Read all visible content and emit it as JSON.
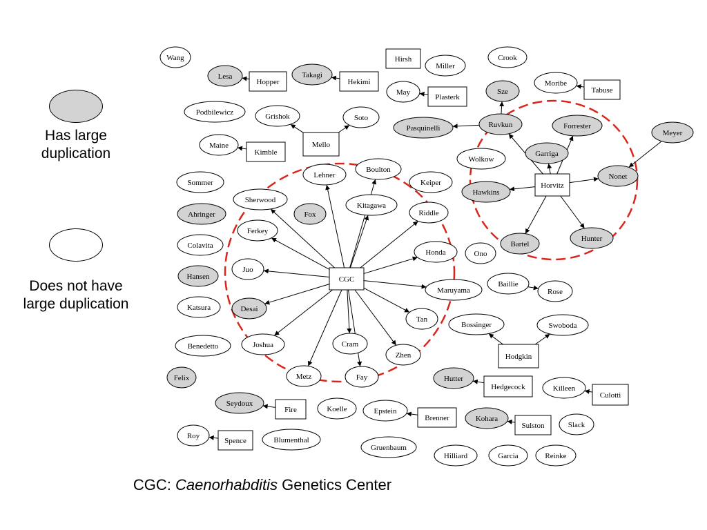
{
  "colors": {
    "highlighted_fill": "#d3d3d3",
    "plain_fill": "#ffffff",
    "stroke": "#000000",
    "region": "#d9261c"
  },
  "legend": {
    "has_label": "Has large duplication",
    "not_label": "Does not have large duplication"
  },
  "caption": {
    "prefix": "CGC: ",
    "italic": "Caenorhabditis",
    "suffix": " Genetics Center"
  },
  "nodes": [
    {
      "id": "Wang",
      "label": "Wang",
      "shape": "ellipse",
      "shaded": false
    },
    {
      "id": "Lesa",
      "label": "Lesa",
      "shape": "ellipse",
      "shaded": true
    },
    {
      "id": "Hopper",
      "label": "Hopper",
      "shape": "box",
      "shaded": false
    },
    {
      "id": "Takagi",
      "label": "Takagi",
      "shape": "ellipse",
      "shaded": true
    },
    {
      "id": "Hekimi",
      "label": "Hekimi",
      "shape": "box",
      "shaded": false
    },
    {
      "id": "Hirsh",
      "label": "Hirsh",
      "shape": "box",
      "shaded": false
    },
    {
      "id": "Miller",
      "label": "Miller",
      "shape": "ellipse",
      "shaded": false
    },
    {
      "id": "Crook",
      "label": "Crook",
      "shape": "ellipse",
      "shaded": false
    },
    {
      "id": "May",
      "label": "May",
      "shape": "ellipse",
      "shaded": false
    },
    {
      "id": "Plasterk",
      "label": "Plasterk",
      "shape": "box",
      "shaded": false
    },
    {
      "id": "Sze",
      "label": "Sze",
      "shape": "ellipse",
      "shaded": true
    },
    {
      "id": "Moribe",
      "label": "Moribe",
      "shape": "ellipse",
      "shaded": false
    },
    {
      "id": "Tabuse",
      "label": "Tabuse",
      "shape": "box",
      "shaded": false
    },
    {
      "id": "Podbilewicz",
      "label": "Podbilewicz",
      "shape": "ellipse",
      "shaded": false
    },
    {
      "id": "Grishok",
      "label": "Grishok",
      "shape": "ellipse",
      "shaded": false
    },
    {
      "id": "Soto",
      "label": "Soto",
      "shape": "ellipse",
      "shaded": false
    },
    {
      "id": "Pasquinelli",
      "label": "Pasquinelli",
      "shape": "ellipse",
      "shaded": true
    },
    {
      "id": "Ruvkun",
      "label": "Ruvkun",
      "shape": "ellipse",
      "shaded": true
    },
    {
      "id": "Forrester",
      "label": "Forrester",
      "shape": "ellipse",
      "shaded": true
    },
    {
      "id": "Meyer",
      "label": "Meyer",
      "shape": "ellipse",
      "shaded": true
    },
    {
      "id": "Maine",
      "label": "Maine",
      "shape": "ellipse",
      "shaded": false
    },
    {
      "id": "Kimble",
      "label": "Kimble",
      "shape": "box",
      "shaded": false
    },
    {
      "id": "Mello",
      "label": "Mello",
      "shape": "box",
      "shaded": false
    },
    {
      "id": "Garriga",
      "label": "Garriga",
      "shape": "ellipse",
      "shaded": true
    },
    {
      "id": "Wolkow",
      "label": "Wolkow",
      "shape": "ellipse",
      "shaded": false
    },
    {
      "id": "Lehner",
      "label": "Lehner",
      "shape": "ellipse",
      "shaded": false
    },
    {
      "id": "Boulton",
      "label": "Boulton",
      "shape": "ellipse",
      "shaded": false
    },
    {
      "id": "Sommer",
      "label": "Sommer",
      "shape": "ellipse",
      "shaded": false
    },
    {
      "id": "Keiper",
      "label": "Keiper",
      "shape": "ellipse",
      "shaded": false
    },
    {
      "id": "Hawkins",
      "label": "Hawkins",
      "shape": "ellipse",
      "shaded": true
    },
    {
      "id": "Horvitz",
      "label": "Horvitz",
      "shape": "box",
      "shaded": false
    },
    {
      "id": "Nonet",
      "label": "Nonet",
      "shape": "ellipse",
      "shaded": true
    },
    {
      "id": "Sherwood",
      "label": "Sherwood",
      "shape": "ellipse",
      "shaded": false
    },
    {
      "id": "Kitagawa",
      "label": "Kitagawa",
      "shape": "ellipse",
      "shaded": false
    },
    {
      "id": "Ahringer",
      "label": "Ahringer",
      "shape": "ellipse",
      "shaded": true
    },
    {
      "id": "Fox",
      "label": "Fox",
      "shape": "ellipse",
      "shaded": true
    },
    {
      "id": "Riddle",
      "label": "Riddle",
      "shape": "ellipse",
      "shaded": false
    },
    {
      "id": "Ferkey",
      "label": "Ferkey",
      "shape": "ellipse",
      "shaded": false
    },
    {
      "id": "Colavita",
      "label": "Colavita",
      "shape": "ellipse",
      "shaded": false
    },
    {
      "id": "Honda",
      "label": "Honda",
      "shape": "ellipse",
      "shaded": false
    },
    {
      "id": "Ono",
      "label": "Ono",
      "shape": "ellipse",
      "shaded": false
    },
    {
      "id": "Bartel",
      "label": "Bartel",
      "shape": "ellipse",
      "shaded": true
    },
    {
      "id": "Hunter",
      "label": "Hunter",
      "shape": "ellipse",
      "shaded": true
    },
    {
      "id": "Juo",
      "label": "Juo",
      "shape": "ellipse",
      "shaded": false
    },
    {
      "id": "Hansen",
      "label": "Hansen",
      "shape": "ellipse",
      "shaded": true
    },
    {
      "id": "CGC",
      "label": "CGC",
      "shape": "box",
      "shaded": false
    },
    {
      "id": "Maruyama",
      "label": "Maruyama",
      "shape": "ellipse",
      "shaded": false
    },
    {
      "id": "Baillie",
      "label": "Baillie",
      "shape": "ellipse",
      "shaded": false
    },
    {
      "id": "Rose",
      "label": "Rose",
      "shape": "ellipse",
      "shaded": false
    },
    {
      "id": "Katsura",
      "label": "Katsura",
      "shape": "ellipse",
      "shaded": false
    },
    {
      "id": "Desai",
      "label": "Desai",
      "shape": "ellipse",
      "shaded": true
    },
    {
      "id": "Tan",
      "label": "Tan",
      "shape": "ellipse",
      "shaded": false
    },
    {
      "id": "Bossinger",
      "label": "Bossinger",
      "shape": "ellipse",
      "shaded": false
    },
    {
      "id": "Swoboda",
      "label": "Swoboda",
      "shape": "ellipse",
      "shaded": false
    },
    {
      "id": "Benedetto",
      "label": "Benedetto",
      "shape": "ellipse",
      "shaded": false
    },
    {
      "id": "Joshua",
      "label": "Joshua",
      "shape": "ellipse",
      "shaded": false
    },
    {
      "id": "Cram",
      "label": "Cram",
      "shape": "ellipse",
      "shaded": false
    },
    {
      "id": "Zhen",
      "label": "Zhen",
      "shape": "ellipse",
      "shaded": false
    },
    {
      "id": "Hodgkin",
      "label": "Hodgkin",
      "shape": "box",
      "shaded": false
    },
    {
      "id": "Felix",
      "label": "Felix",
      "shape": "ellipse",
      "shaded": true
    },
    {
      "id": "Metz",
      "label": "Metz",
      "shape": "ellipse",
      "shaded": false
    },
    {
      "id": "Fay",
      "label": "Fay",
      "shape": "ellipse",
      "shaded": false
    },
    {
      "id": "Hutter",
      "label": "Hutter",
      "shape": "ellipse",
      "shaded": true
    },
    {
      "id": "Hedgecock",
      "label": "Hedgecock",
      "shape": "box",
      "shaded": false
    },
    {
      "id": "Killeen",
      "label": "Killeen",
      "shape": "ellipse",
      "shaded": false
    },
    {
      "id": "Culotti",
      "label": "Culotti",
      "shape": "box",
      "shaded": false
    },
    {
      "id": "Seydoux",
      "label": "Seydoux",
      "shape": "ellipse",
      "shaded": true
    },
    {
      "id": "Fire",
      "label": "Fire",
      "shape": "box",
      "shaded": false
    },
    {
      "id": "Koelle",
      "label": "Koelle",
      "shape": "ellipse",
      "shaded": false
    },
    {
      "id": "Epstein",
      "label": "Epstein",
      "shape": "ellipse",
      "shaded": false
    },
    {
      "id": "Brenner",
      "label": "Brenner",
      "shape": "box",
      "shaded": false
    },
    {
      "id": "Kohara",
      "label": "Kohara",
      "shape": "ellipse",
      "shaded": true
    },
    {
      "id": "Sulston",
      "label": "Sulston",
      "shape": "box",
      "shaded": false
    },
    {
      "id": "Slack",
      "label": "Slack",
      "shape": "ellipse",
      "shaded": false
    },
    {
      "id": "Roy",
      "label": "Roy",
      "shape": "ellipse",
      "shaded": false
    },
    {
      "id": "Spence",
      "label": "Spence",
      "shape": "box",
      "shaded": false
    },
    {
      "id": "Blumenthal",
      "label": "Blumenthal",
      "shape": "ellipse",
      "shaded": false
    },
    {
      "id": "Gruenbaum",
      "label": "Gruenbaum",
      "shape": "ellipse",
      "shaded": false
    },
    {
      "id": "Hilliard",
      "label": "Hilliard",
      "shape": "ellipse",
      "shaded": false
    },
    {
      "id": "Garcia",
      "label": "Garcia",
      "shape": "ellipse",
      "shaded": false
    },
    {
      "id": "Reinke",
      "label": "Reinke",
      "shape": "ellipse",
      "shaded": false
    }
  ],
  "edges": [
    [
      "Hopper",
      "Lesa"
    ],
    [
      "Hekimi",
      "Takagi"
    ],
    [
      "Plasterk",
      "May"
    ],
    [
      "Tabuse",
      "Moribe"
    ],
    [
      "Mello",
      "Grishok"
    ],
    [
      "Mello",
      "Soto"
    ],
    [
      "Kimble",
      "Maine"
    ],
    [
      "Ruvkun",
      "Sze"
    ],
    [
      "Ruvkun",
      "Pasquinelli"
    ],
    [
      "Horvitz",
      "Ruvkun"
    ],
    [
      "Horvitz",
      "Garriga"
    ],
    [
      "Horvitz",
      "Forrester"
    ],
    [
      "Horvitz",
      "Hawkins"
    ],
    [
      "Horvitz",
      "Nonet"
    ],
    [
      "Horvitz",
      "Bartel"
    ],
    [
      "Horvitz",
      "Hunter"
    ],
    [
      "Meyer",
      "Nonet"
    ],
    [
      "CGC",
      "Lehner"
    ],
    [
      "CGC",
      "Boulton"
    ],
    [
      "CGC",
      "Kitagawa"
    ],
    [
      "CGC",
      "Sherwood"
    ],
    [
      "CGC",
      "Riddle"
    ],
    [
      "CGC",
      "Ferkey"
    ],
    [
      "CGC",
      "Honda"
    ],
    [
      "CGC",
      "Juo"
    ],
    [
      "CGC",
      "Maruyama"
    ],
    [
      "CGC",
      "Desai"
    ],
    [
      "CGC",
      "Tan"
    ],
    [
      "CGC",
      "Joshua"
    ],
    [
      "CGC",
      "Cram"
    ],
    [
      "CGC",
      "Zhen"
    ],
    [
      "CGC",
      "Metz"
    ],
    [
      "CGC",
      "Fay"
    ],
    [
      "Baillie",
      "Rose"
    ],
    [
      "Hodgkin",
      "Bossinger"
    ],
    [
      "Hodgkin",
      "Swoboda"
    ],
    [
      "Hedgecock",
      "Hutter"
    ],
    [
      "Culotti",
      "Killeen"
    ],
    [
      "Fire",
      "Seydoux"
    ],
    [
      "Brenner",
      "Epstein"
    ],
    [
      "Sulston",
      "Kohara"
    ],
    [
      "Spence",
      "Roy"
    ]
  ]
}
